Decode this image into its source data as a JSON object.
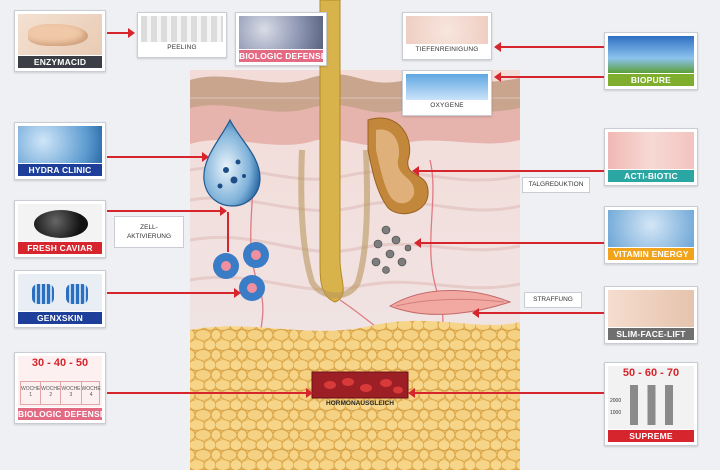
{
  "products": {
    "enzymacid": "ENZYMACID",
    "hydra_clinic": "HYDRA CLINIC",
    "fresh_caviar": "FRESH CAVIAR",
    "genxskin": "GENXSKIN",
    "biologic_defense_top": "BIOLOGIC DEFENSE",
    "biologic_defense_bottom": "BIOLOGIC DEFENSE",
    "biopure": "BIOPURE",
    "acti_biotic": "ACTI-BIOTIC",
    "vitamin_energy": "VITAMIN ENERGY",
    "slim_face_lift": "SLIM-FACE-LIFT",
    "supreme": "SUPREME"
  },
  "labels": {
    "peeling": "PEELING",
    "tiefenreinigung": "TIEFENREINIGUNG",
    "oxygene": "OXYGENE",
    "talgreduktion": "TALGREDUKTION",
    "zellaktivierung_1": "ZELL-",
    "zellaktivierung_2": "AKTIVIERUNG",
    "straffung": "STRAFFUNG",
    "hormonausgleich": "HORMONAUSGLEICH"
  },
  "biologic_defense_chart": {
    "ages": "30 - 40 - 50",
    "weeks": [
      "WOCHE 1",
      "WOCHE 2",
      "WOCHE 3",
      "WOCHE 4"
    ]
  },
  "supreme_chart": {
    "ages": "50 - 60 - 70",
    "y_ticks": [
      "2000",
      "1000"
    ]
  },
  "colors": {
    "accent_red": "#d6252d",
    "label_blue": "#1d3f9a",
    "label_dark": "#3b3e45",
    "label_green": "#7fae2e",
    "label_teal": "#2aa7a2",
    "label_orange": "#f1a41b"
  }
}
